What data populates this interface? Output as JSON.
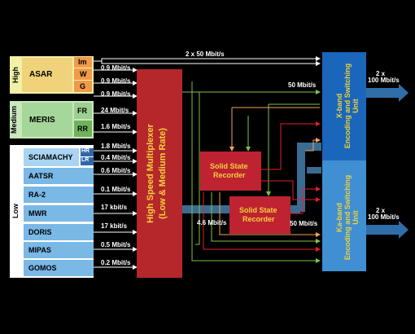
{
  "groups": {
    "high": {
      "label": "High",
      "instrument": "ASAR",
      "modes": [
        "Im",
        "W",
        "G"
      ],
      "rates": [
        "0.9 Mbit/s",
        "0.9 Mbit/s",
        "0.9 Mbit/s"
      ]
    },
    "medium": {
      "label": "Medium",
      "instrument": "MERIS",
      "modes": [
        "FR",
        "RR"
      ],
      "rates": [
        "24 Mbit/s",
        "1.6 Mbit/s"
      ]
    },
    "low": {
      "label": "Low",
      "sciamachy": {
        "name": "SCIAMACHY",
        "modes": [
          "HR",
          "LR"
        ],
        "rates": [
          "1.8 Mbit/s",
          "0.4 Mbit/s"
        ]
      },
      "instruments": [
        {
          "name": "AATSR",
          "rate": "0.6 Mbit/s"
        },
        {
          "name": "RA-2",
          "rate": "0.1 Mbit/s"
        },
        {
          "name": "MWR",
          "rate": "17 kbit/s"
        },
        {
          "name": "DORIS",
          "rate": "17 kbit/s"
        },
        {
          "name": "MIPAS",
          "rate": "0.5 Mbit/s"
        },
        {
          "name": "GOMOS",
          "rate": "0.2 Mbit/s"
        }
      ]
    }
  },
  "multiplexer": {
    "line1": "High Speed Multiplexer",
    "line2": "(Low & Medium Rate)"
  },
  "recorders": {
    "ssr1": {
      "line1": "Solid State",
      "line2": "Recorder"
    },
    "ssr2": {
      "line1": "Solid State",
      "line2": "Recorder"
    }
  },
  "encoders": {
    "xband": {
      "line1": "X-band",
      "line2": "Encoding and Switching",
      "line3": "Unit"
    },
    "kaband": {
      "line1": "Ka-band",
      "line2": "Encoding and Switching",
      "line3": "Unit"
    }
  },
  "links": {
    "top_bus": "2 x 50 Mbit/s",
    "to_xband": "50 Mbit/s",
    "mux_to_ssr2": "4.6 Mbit/s",
    "ssr2_out": "50 Mbit/s"
  },
  "outputs": {
    "xband_l1": "2 x",
    "xband_l2": "100 Mbit/s",
    "kaband_l1": "2 x",
    "kaband_l2": "100 Mbit/s"
  },
  "colors": {
    "high_bg": "#f2efa6",
    "medium_bg": "#c9e8bd",
    "low_bg": "#ffffff",
    "asar_box": "#f0d27a",
    "mode_orange": "#f09a4a",
    "meris_box": "#a6d79a",
    "fr_box": "#9bd08e",
    "rr_box": "#70b25c",
    "low_box": "#7ab8e6",
    "sciamachy_box": "#a9d4f2",
    "mode_blue": "#2f66a8",
    "multiplexer": "#b5272b",
    "ssr": "#bf2230",
    "xband": "#1a66ba",
    "kaband": "#3f8fd2",
    "wire_green": "#7ec24a",
    "wire_orange": "#f5a25a",
    "wire_red": "#e2202a",
    "wire_blue": "#3a6c92"
  }
}
